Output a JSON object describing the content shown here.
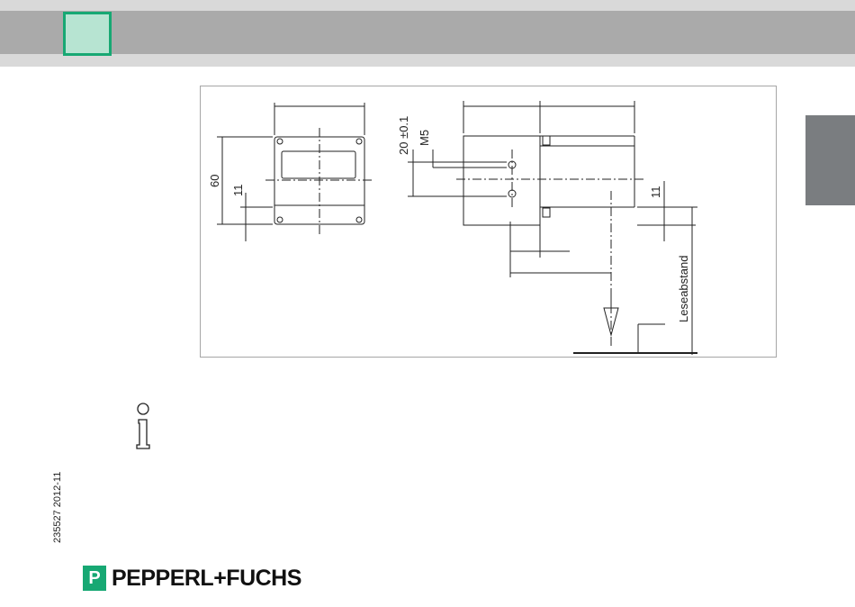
{
  "header": {
    "accent_color": "#17a873",
    "band_color": "#aaaaaa"
  },
  "drawing": {
    "dim_height": "60",
    "dim_offset_left": "11",
    "dim_hole_spacing": "20 ±0.1",
    "dim_thread": "M5",
    "dim_offset_right": "11",
    "reading_distance_label": "Leseabstand"
  },
  "info": {
    "icon": "info-icon"
  },
  "footer": {
    "doc_number": "235527 2012-11",
    "brand": "PEPPERL+FUCHS",
    "brand_color": "#17a873"
  }
}
